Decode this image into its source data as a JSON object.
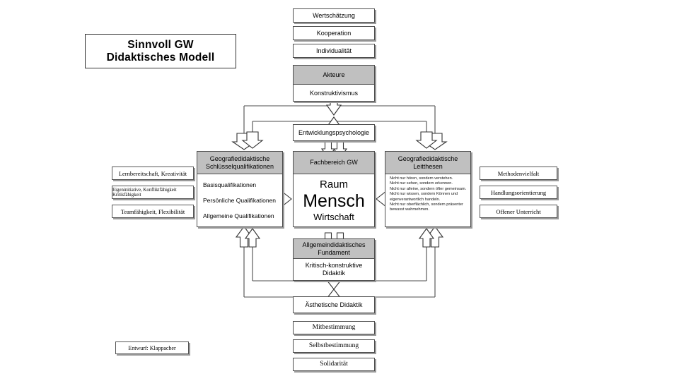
{
  "title": {
    "line1": "Sinnvoll GW",
    "line2": "Didaktisches Modell"
  },
  "credit": "Entwurf: Klappacher",
  "colors": {
    "header_gray": "#c0c0c0",
    "border": "#4d4d4d",
    "shadow": "#9a9a9a"
  },
  "top_stack": [
    {
      "label": "Wertschätzung"
    },
    {
      "label": "Kooperation"
    },
    {
      "label": "Individualität"
    }
  ],
  "actors_box": {
    "header": "Akteure",
    "body": "Konstruktivismus"
  },
  "developmental_box": {
    "label": "Entwicklungspsychologie"
  },
  "left_panel": {
    "header_line1": "Geografiedidaktische",
    "header_line2": "Schlüsselqualifikationen",
    "items": [
      "Basisqualifikationen",
      "Persönliche Qualifikationen",
      "Allgemeine Qualifikationen"
    ]
  },
  "center_panel": {
    "header": "Fachbereich GW",
    "line1": "Raum",
    "line2": "Mensch",
    "line3": "Wirtschaft"
  },
  "right_panel": {
    "header_line1": "Geografiedidaktische",
    "header_line2": "Leitthesen",
    "theses": [
      "Nicht nur hören, sondern verstehen.",
      "Nicht nur sehen, sondern erkennen.",
      "Nicht nur alleine, sondern öfter gemeinsam.",
      "Nicht nur wissen, sondern Können und eigenverantwortlich handeln.",
      "Nicht nur oberflächlich, sondern präsenter bewusst wahrnehmen."
    ]
  },
  "left_side_boxes": [
    {
      "label": "Lernbereitschaft, Kreativität"
    },
    {
      "label": "Eigeninitiative, Konfliktfähigkeit Kritikfähigkeit"
    },
    {
      "label": "Teamfähigkeit, Flexibilität"
    }
  ],
  "right_side_boxes": [
    {
      "label": "Methodenvielfalt"
    },
    {
      "label": "Handlungsorientierung"
    },
    {
      "label": "Offener Unterricht"
    }
  ],
  "foundation_box": {
    "header_line1": "Allgemeindidaktisches",
    "header_line2": "Fundament",
    "body_line1": "Kritisch-konstruktive",
    "body_line2": "Didaktik"
  },
  "aesthetic_box": {
    "label": "Ästhetische Didaktik"
  },
  "bottom_stack": [
    {
      "label": "Mitbestimmung"
    },
    {
      "label": "Selbstbestimmung"
    },
    {
      "label": "Solidarität"
    }
  ]
}
